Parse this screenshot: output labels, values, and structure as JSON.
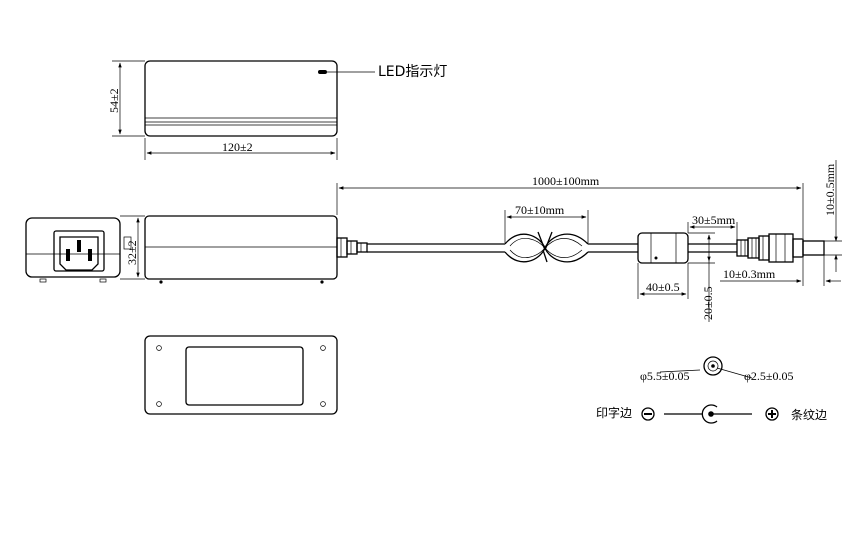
{
  "labels": {
    "led": "LED指示灯",
    "print_side": "印字边",
    "stripe_side": "条纹边"
  },
  "dimensions": {
    "top_height": "54±2",
    "top_width": "120±2",
    "side_height": "32±2",
    "cable_length": "1000±100mm",
    "tie_length": "70±10mm",
    "ferrite_to_plug": "30±5mm",
    "plug_dia": "10±0.5mm",
    "ferrite_length": "40±0.5",
    "ferrite_dia": "20±0.5",
    "plug_length": "10±0.3mm",
    "outer_dia": "φ5.5±0.05",
    "inner_dia": "φ2.5±0.05"
  }
}
